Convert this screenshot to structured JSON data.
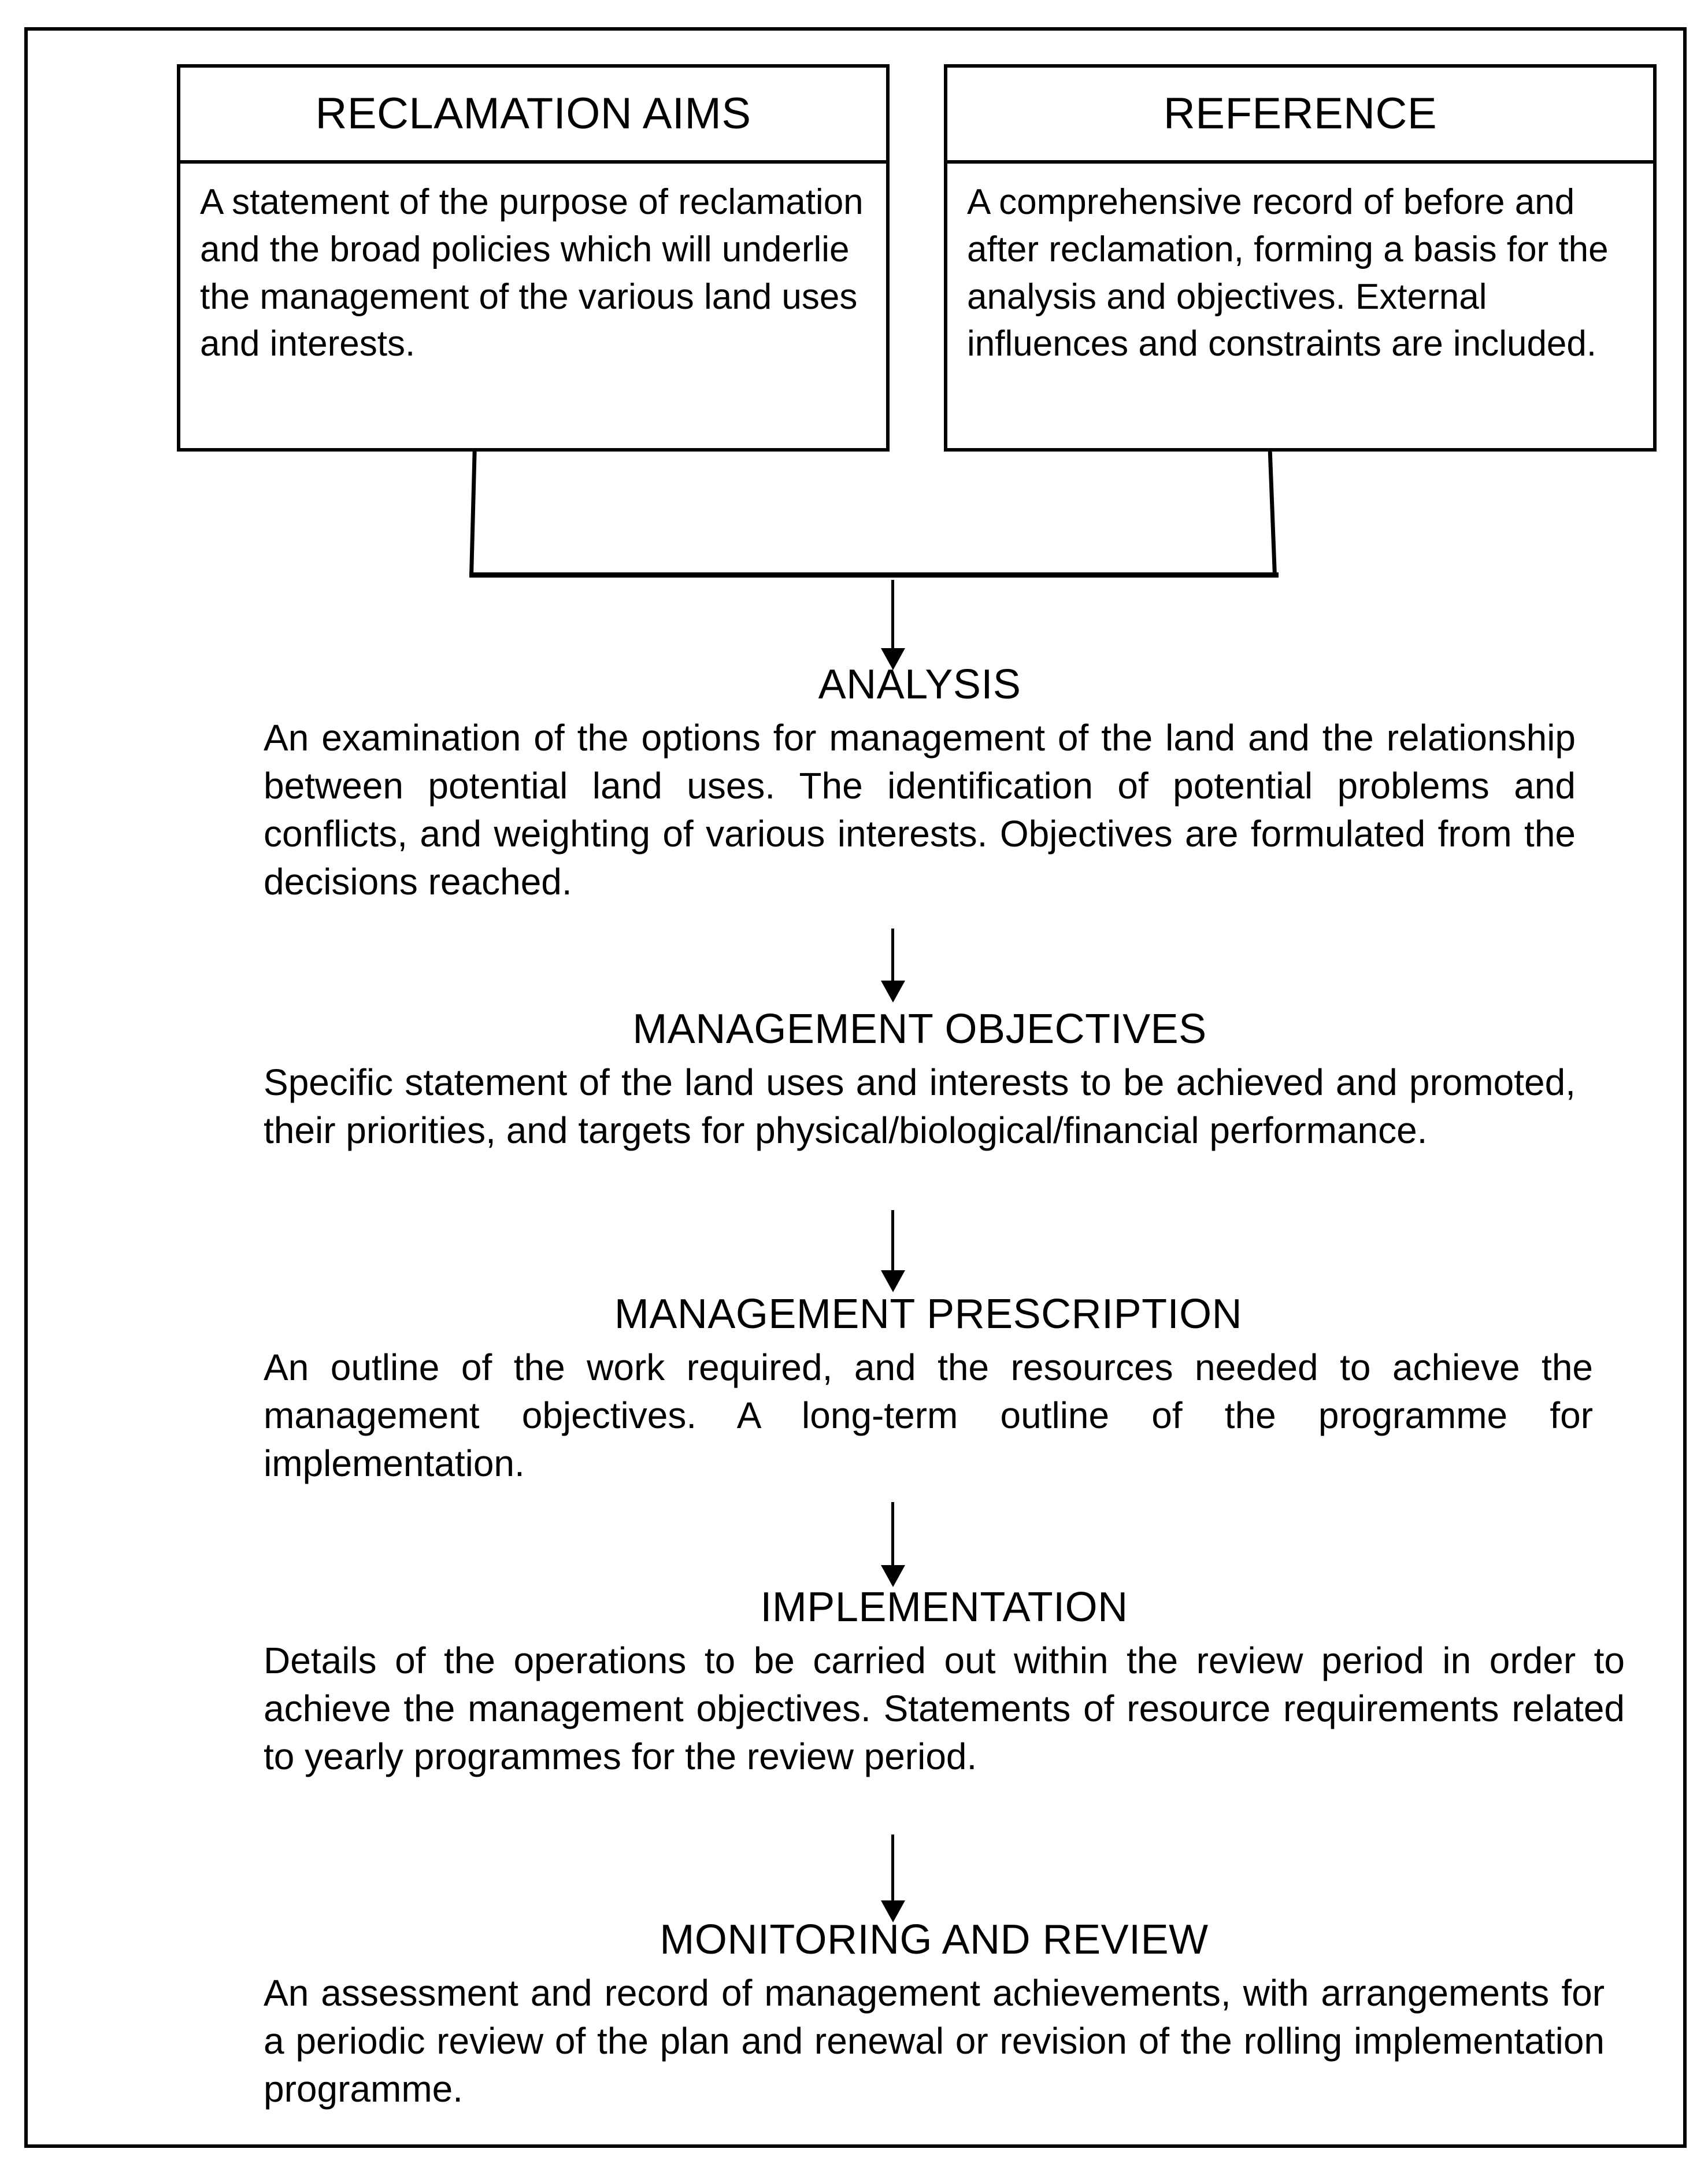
{
  "diagram": {
    "top_boxes": [
      {
        "id": "reclamation-aims",
        "title": "RECLAMATION AIMS",
        "body": "A statement of the purpose of reclamation and the broad policies which will underlie the management of the various land uses and interests."
      },
      {
        "id": "reference",
        "title": "REFERENCE",
        "body": "A comprehensive record of before and after reclamation, forming a basis for the analysis and objectives. External influences and constraints are included."
      }
    ],
    "stages": [
      {
        "id": "analysis",
        "title": "ANALYSIS",
        "body": "An examination of the options for management of the land and the relationship between potential land uses. The identification of potential problems and conflicts, and weighting of various interests. Objectives are formulated from the decisions reached."
      },
      {
        "id": "management-objectives",
        "title": "MANAGEMENT OBJECTIVES",
        "body": "Specific statement of the land uses and interests to be achieved and promoted, their priorities, and targets for physical/biological/financial performance."
      },
      {
        "id": "management-prescription",
        "title": "MANAGEMENT PRESCRIPTION",
        "body": "An outline of the work required, and the resources needed to achieve the management objectives. A long-term outline of the programme for implementation."
      },
      {
        "id": "implementation",
        "title": "IMPLEMENTATION",
        "body": "Details of the operations to be carried out within the review period in order to achieve the management objectives. Statements of resource requirements related to yearly programmes for the review period."
      },
      {
        "id": "monitoring-and-review",
        "title": "MONITORING AND REVIEW",
        "body": "An assessment and record of management achievements, with arrangements for a periodic review of the plan and renewal or revision of the rolling implementation programme."
      }
    ],
    "colors": {
      "line": "#000000",
      "text": "#000000",
      "background": "#ffffff"
    }
  }
}
